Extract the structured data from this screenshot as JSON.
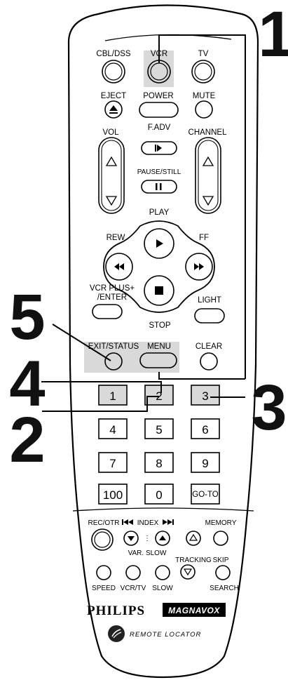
{
  "labels": {
    "cbl_dss": "CBL/DSS",
    "vcr": "VCR",
    "tv": "TV",
    "eject": "EJECT",
    "power": "POWER",
    "mute": "MUTE",
    "vol": "VOL",
    "fadv": "F.ADV",
    "channel": "CHANNEL",
    "pause_still": "PAUSE/STILL",
    "play": "PLAY",
    "rew": "REW",
    "ff": "FF",
    "vcr_plus_1": "VCR PLUS+",
    "vcr_plus_2": "/ENTER",
    "stop": "STOP",
    "light": "LIGHT",
    "exit_status": "EXIT/STATUS",
    "menu": "MENU",
    "clear": "CLEAR",
    "rec_otr": "REC/OTR",
    "index": "INDEX",
    "memory": "MEMORY",
    "var_slow": "VAR. SLOW",
    "tracking": "TRACKING",
    "skip": "SKIP",
    "speed": "SPEED",
    "vcr_tv": "VCR/TV",
    "slow": "SLOW",
    "search": "SEARCH"
  },
  "keypad": [
    "1",
    "2",
    "3",
    "4",
    "5",
    "6",
    "7",
    "8",
    "9",
    "100",
    "0",
    "GO-TO"
  ],
  "callouts": [
    "1",
    "2",
    "3",
    "4",
    "5"
  ],
  "brands": {
    "philips": "PHILIPS",
    "magnavox": "MAGNAVOX",
    "remote_locator": "REMOTE LOCATOR"
  },
  "colors": {
    "highlight": "#d9d9d9",
    "ink": "#000000"
  }
}
